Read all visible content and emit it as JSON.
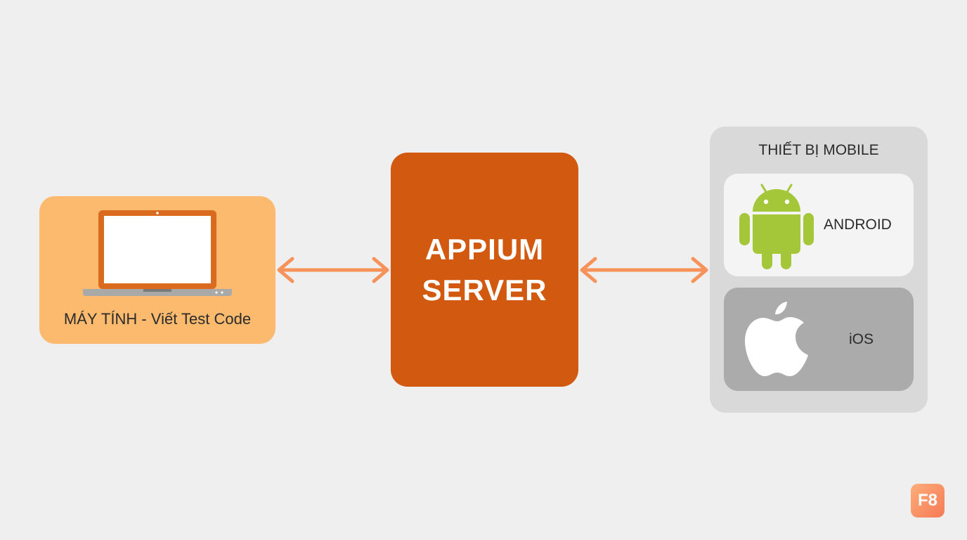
{
  "computer": {
    "label": "MÁY TÍNH - Viết Test Code",
    "icon": "laptop-icon"
  },
  "server": {
    "line1": "APPIUM",
    "line2": "SERVER"
  },
  "mobile": {
    "title": "THIẾT BỊ MOBILE",
    "android": {
      "label": "ANDROID",
      "icon": "android-icon"
    },
    "ios": {
      "label": "iOS",
      "icon": "apple-icon"
    }
  },
  "arrows": {
    "computer_server": "bidirectional",
    "server_mobile": "bidirectional"
  },
  "badge": {
    "label": "F8"
  },
  "colors": {
    "background": "#efefef",
    "computer_box": "#fcba6e",
    "laptop": "#d96a1e",
    "server_box": "#d15a10",
    "arrow": "#f7935a",
    "mobile_box": "#d9d9d9",
    "android_card": "#f4f4f4",
    "android_green": "#a4c639",
    "ios_card": "#ababab",
    "badge": "#f47a55"
  }
}
